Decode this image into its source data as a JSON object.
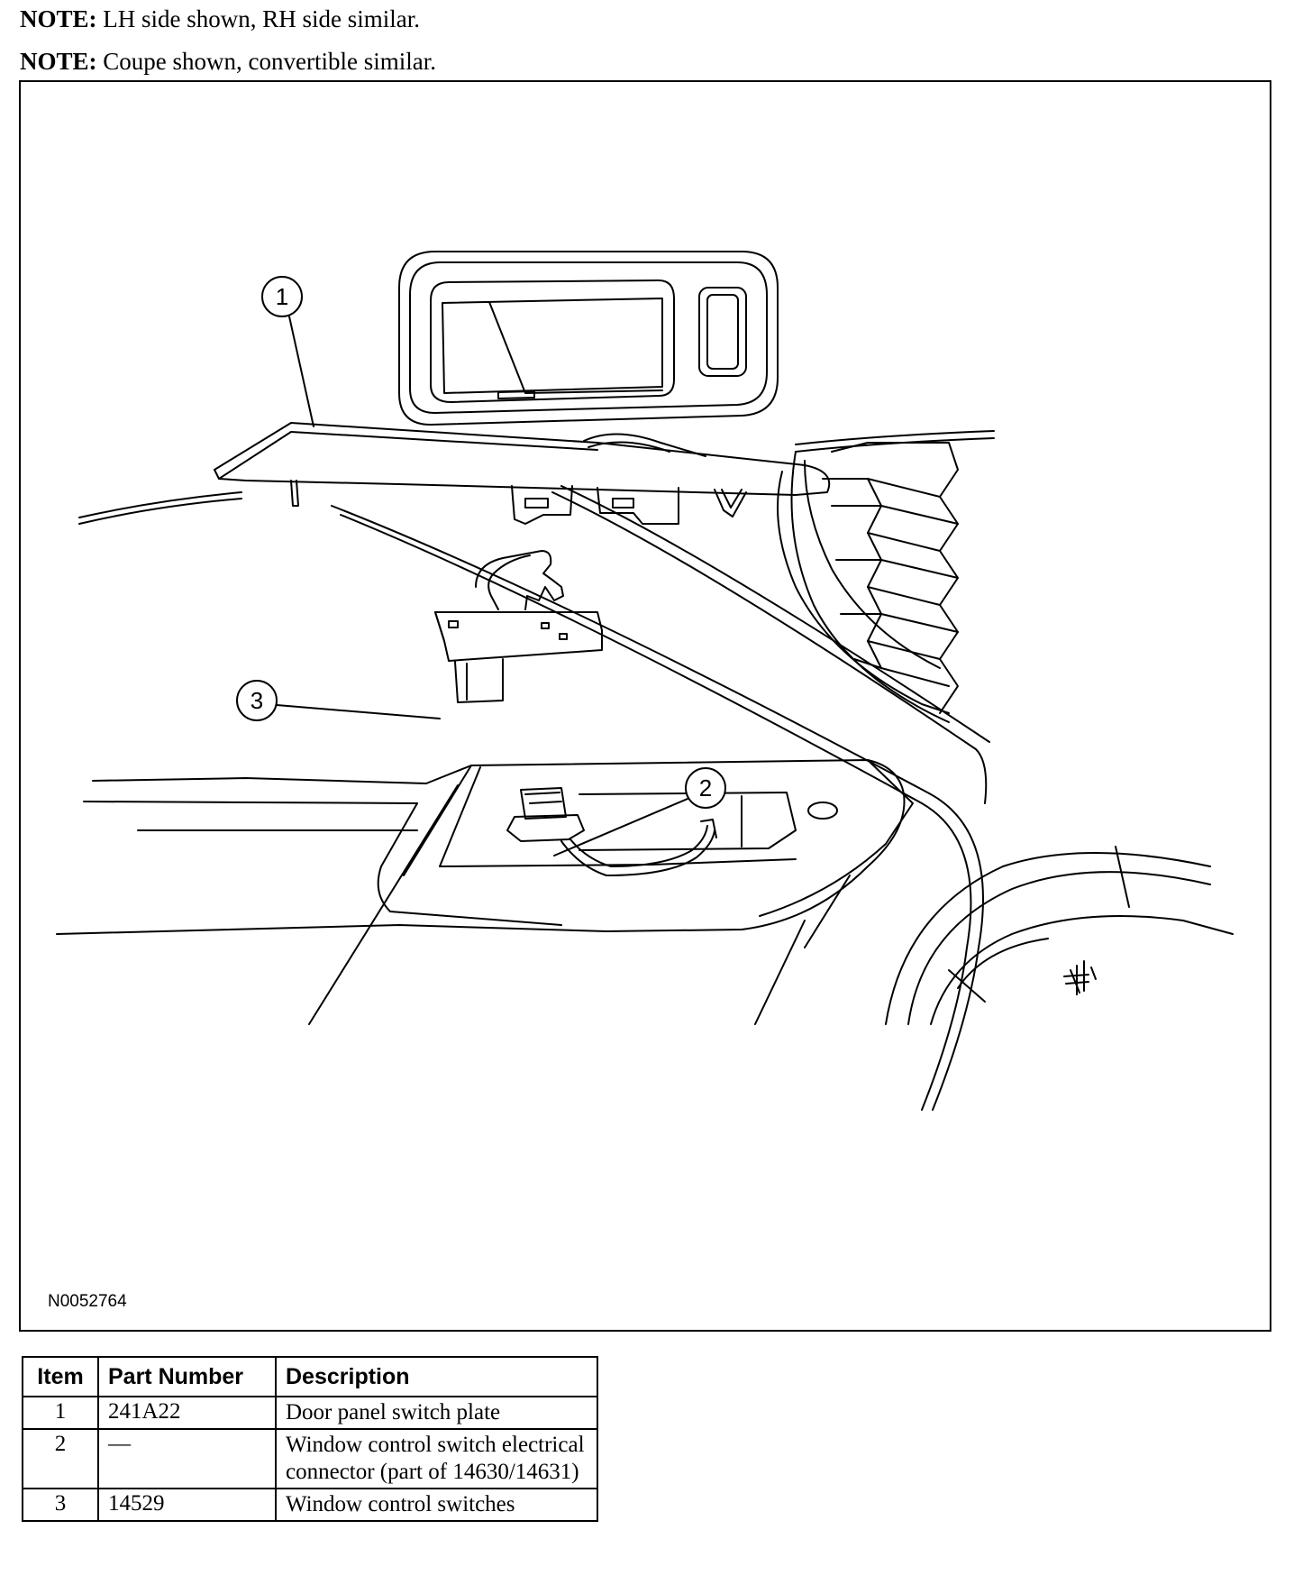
{
  "notes": [
    {
      "label": "NOTE:",
      "text": "LH side shown, RH side similar."
    },
    {
      "label": "NOTE:",
      "text": "Coupe shown, convertible similar."
    }
  ],
  "figure": {
    "id": "N0052764",
    "callouts": [
      "1",
      "2",
      "3"
    ]
  },
  "parts_table": {
    "headers": [
      "Item",
      "Part Number",
      "Description"
    ],
    "rows": [
      {
        "item": "1",
        "part_number": "241A22",
        "description": "Door panel switch plate"
      },
      {
        "item": "2",
        "part_number": "—",
        "description": "Window control switch electrical connector (part of 14630/14631)"
      },
      {
        "item": "3",
        "part_number": "14529",
        "description": "Window control switches"
      }
    ]
  }
}
